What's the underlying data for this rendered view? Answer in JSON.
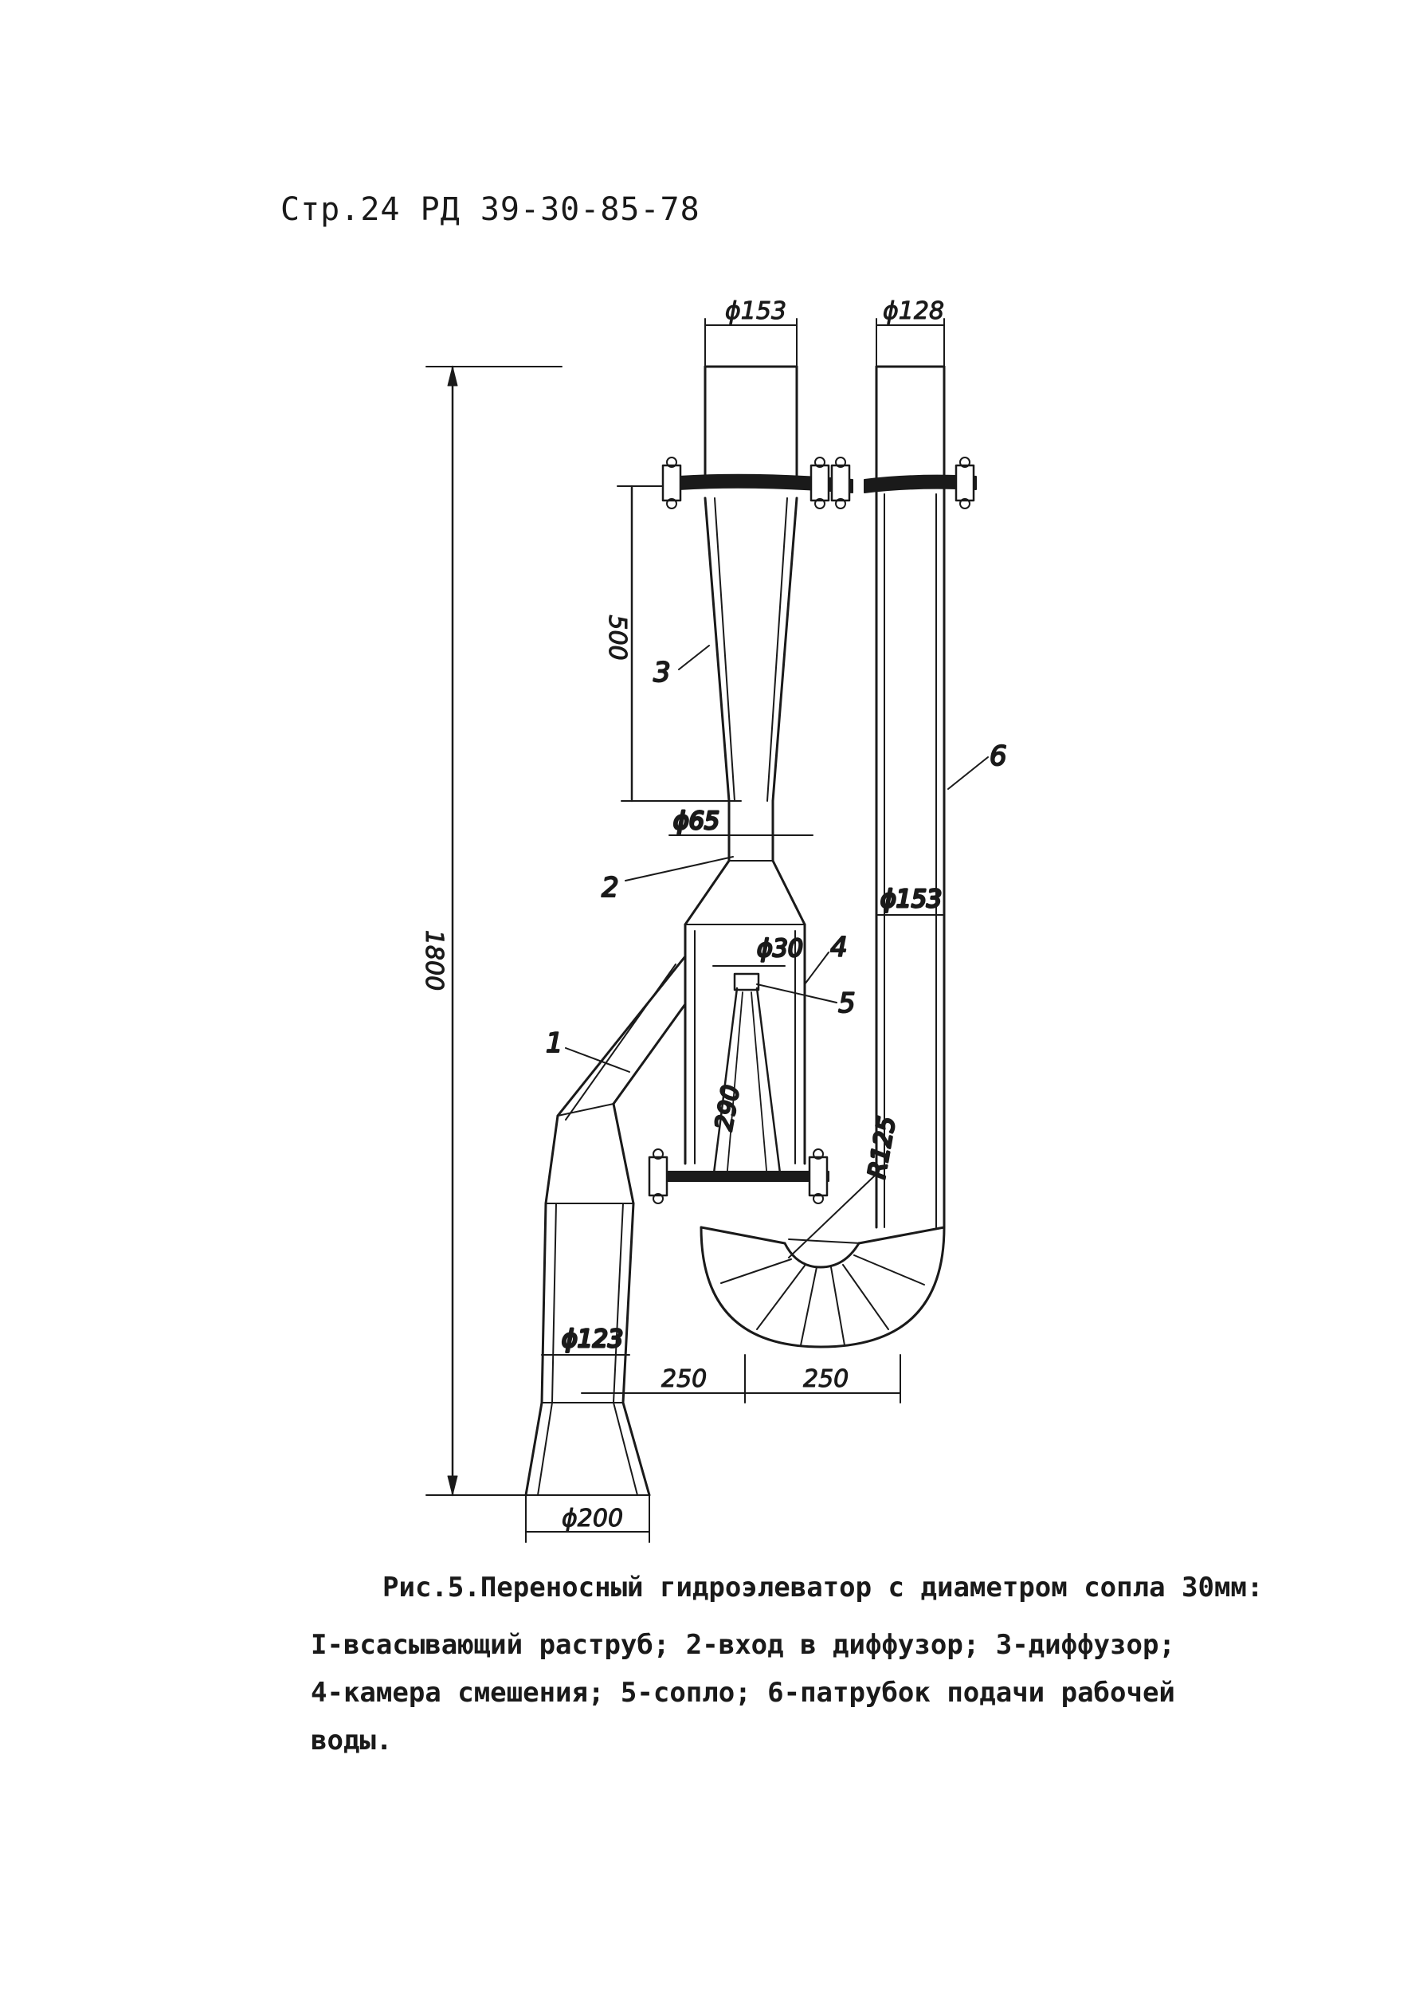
{
  "header": {
    "text": "Стр.24 РД 39-30-85-78"
  },
  "dimensions": {
    "d_suction_top": "ϕ153",
    "d_water_top": "ϕ128",
    "length_diffuser": "500",
    "height_total": "1800",
    "d_throat": "ϕ65",
    "d_nozzle": "ϕ30",
    "d_water_pipe": "ϕ153",
    "nozzle_len": "290",
    "radius_bend": "R125",
    "d_inlet_pipe": "ϕ123",
    "offset_left": "250",
    "offset_right": "250",
    "d_inlet_bell": "ϕ200"
  },
  "callouts": [
    "1",
    "2",
    "3",
    "4",
    "5",
    "6"
  ],
  "caption": {
    "title": "Рис.5.Переносный гидроэлеватор с диаметром сопла 30мм:",
    "lines": [
      "I-всасывающий раструб; 2-вход в диффузор; 3-диффузор;",
      "4-камера смешения; 5-сопло; 6-патрубок подачи рабочей",
      "воды."
    ]
  }
}
